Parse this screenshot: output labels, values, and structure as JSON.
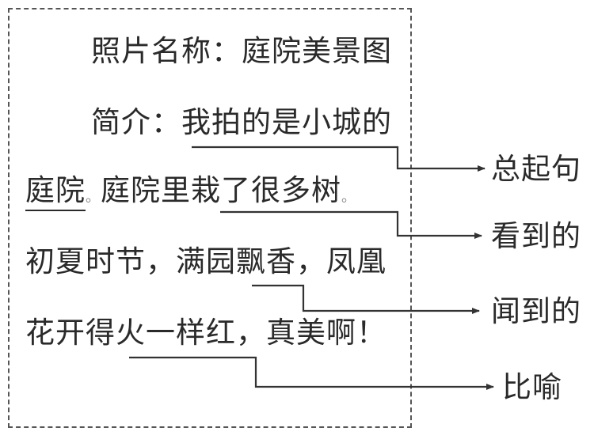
{
  "document": {
    "lines": {
      "title_line": "照片名称：庭院美景图",
      "intro_prefix": "简介：",
      "intro_rest": "我拍的是小城的",
      "line3_underlined": "庭院",
      "line3_period1": "。",
      "line3_mid": "庭院里",
      "line3_tail": "栽了很多树",
      "line3_period2": "。",
      "line4": "初夏时节，满园飘香，凤凰",
      "line5": "花开得火一样红，真美啊！"
    },
    "annotations": [
      {
        "label": "总起句",
        "target": "我拍的是小城的庭院"
      },
      {
        "label": "看到的",
        "target": "栽了很多树"
      },
      {
        "label": "闻到的",
        "target": "飘香"
      },
      {
        "label": "比喻",
        "target": "火一样红"
      }
    ]
  }
}
